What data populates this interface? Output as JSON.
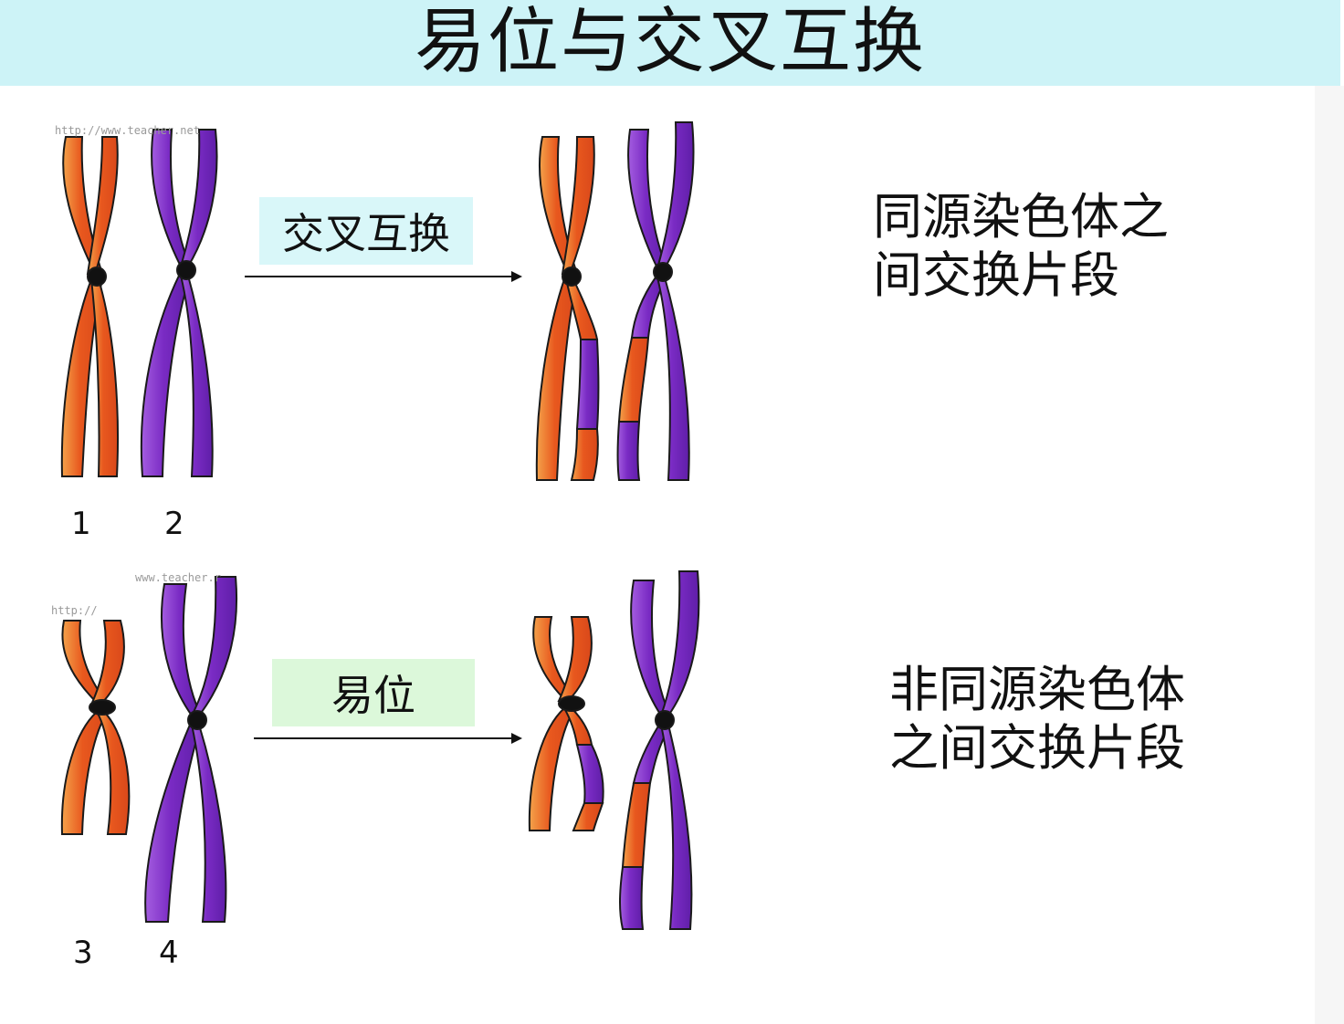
{
  "title": "易位与交叉互换",
  "top_row": {
    "label": "交叉互换",
    "description_line1": "同源染色体之",
    "description_line2": "间交换片段",
    "numbers": [
      "1",
      "2"
    ],
    "watermark": "http://www.teacher.net"
  },
  "bottom_row": {
    "label": "易位",
    "description_line1": "非同源染色体",
    "description_line2": "之间交换片段",
    "numbers": [
      "3",
      "4"
    ],
    "watermark_a": "http://",
    "watermark_b": "www.teacher.r"
  },
  "colors": {
    "orange": "#e8581e",
    "orange_light": "#f39a3c",
    "purple": "#7a2bc4",
    "purple_light": "#9a4fd8",
    "title_bg": "#cdf3f7",
    "crossover_box": "#d9f7f9",
    "translocation_box": "#dcf8da"
  }
}
